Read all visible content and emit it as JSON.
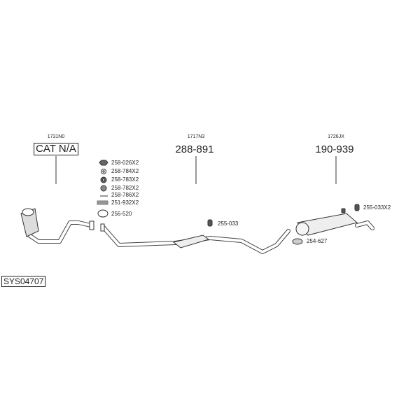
{
  "groups": [
    {
      "code": "1731N0",
      "number": "CAT N/A"
    },
    {
      "code": "1717N3",
      "number": "288-891"
    },
    {
      "code": "1726JX",
      "number": "190-939"
    }
  ],
  "accessories": [
    {
      "label": "258-026X2",
      "icon": "nut-icon"
    },
    {
      "label": "258-784X2",
      "icon": "washer-icon"
    },
    {
      "label": "258-783X2",
      "icon": "spring-washer-icon"
    },
    {
      "label": "258-782X2",
      "icon": "lock-nut-icon"
    },
    {
      "label": "258-786X2",
      "icon": "bolt-icon"
    },
    {
      "label": "251-932X2",
      "icon": "spring-icon"
    },
    {
      "label": "256-520",
      "icon": "seal-ring-icon"
    }
  ],
  "mounts": [
    {
      "label": "255-033",
      "icon": "rubber-mount-icon"
    },
    {
      "label": "255-033X2",
      "icon": "rubber-mount-icon"
    },
    {
      "label": "254-627",
      "icon": "clamp-icon"
    }
  ],
  "system_id": "SYS04707"
}
